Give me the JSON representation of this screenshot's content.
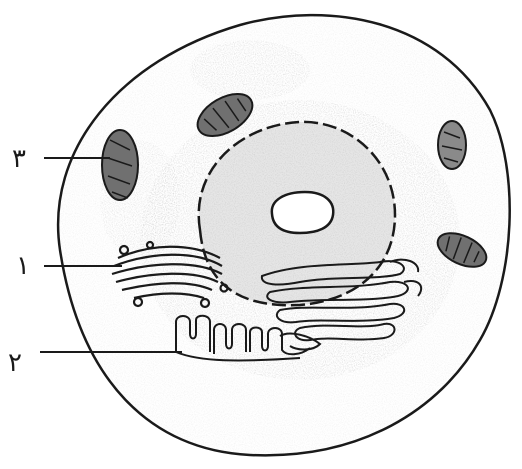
{
  "labels": [
    {
      "id": "label-3",
      "text": "٣"
    },
    {
      "id": "label-1",
      "text": "١"
    },
    {
      "id": "label-2",
      "text": "٢"
    }
  ],
  "colors": {
    "ink": "#1a1a1a",
    "stipple": "#9a9a9a",
    "background": "#ffffff"
  }
}
